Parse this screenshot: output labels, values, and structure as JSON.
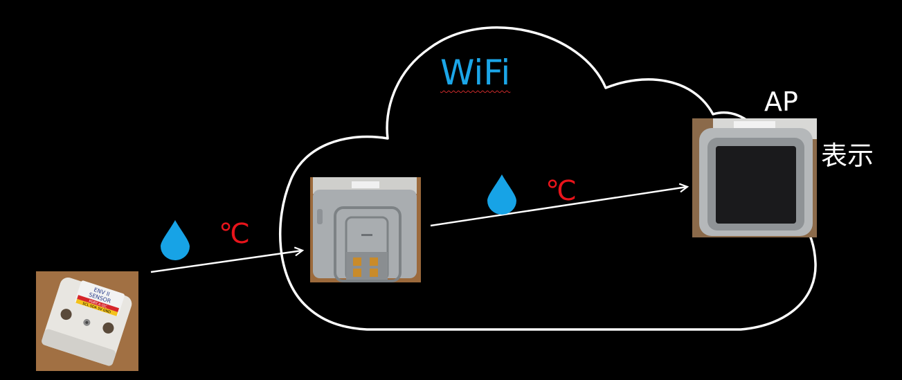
{
  "cloud": {
    "label": "WiFi",
    "label_color": "#1ba6e8"
  },
  "access_point": {
    "label": "AP",
    "action_label": "表示"
  },
  "measurements": {
    "temperature_unit": "℃",
    "humidity_icon": "water-drop-icon",
    "humidity_color": "#17a3e6",
    "temperature_color": "#e8141b"
  },
  "devices": [
    {
      "name": "env-sensor",
      "printed_text": [
        "ENV II",
        "SENSOR",
        "PORT.A I2C",
        "SCL SDA 5V GND"
      ]
    },
    {
      "name": "relay-unit"
    },
    {
      "name": "display-unit"
    }
  ],
  "colors": {
    "background": "#000000",
    "lines": "#ffffff"
  }
}
